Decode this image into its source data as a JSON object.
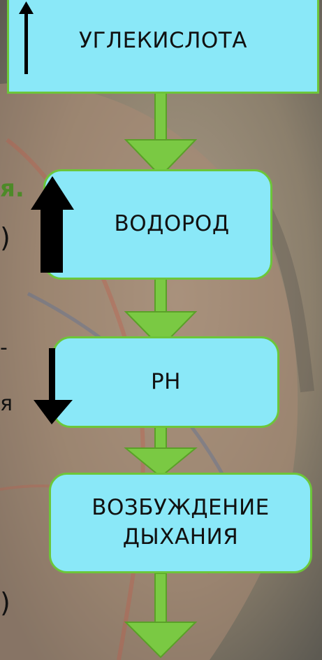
{
  "boxes": {
    "co2": "УГЛЕКИСЛОТА",
    "hydrogen": "ВОДОРОД",
    "ph": "РН",
    "excitation_line1": "ВОЗБУЖДЕНИЕ",
    "excitation_line2": "ДЫХАНИЯ"
  },
  "left_fragments": {
    "green_text": "я.",
    "paren1": ")",
    "dash": "-",
    "ya": "я",
    "paren2": ")"
  },
  "colors": {
    "box_fill": "#8ae8f8",
    "box_border": "#6cc63a",
    "arrow_green": "#7ac943",
    "indicator_black": "#000000"
  },
  "icons": [
    "up-arrow-icon",
    "down-arrow-icon",
    "flow-arrow-icon"
  ]
}
